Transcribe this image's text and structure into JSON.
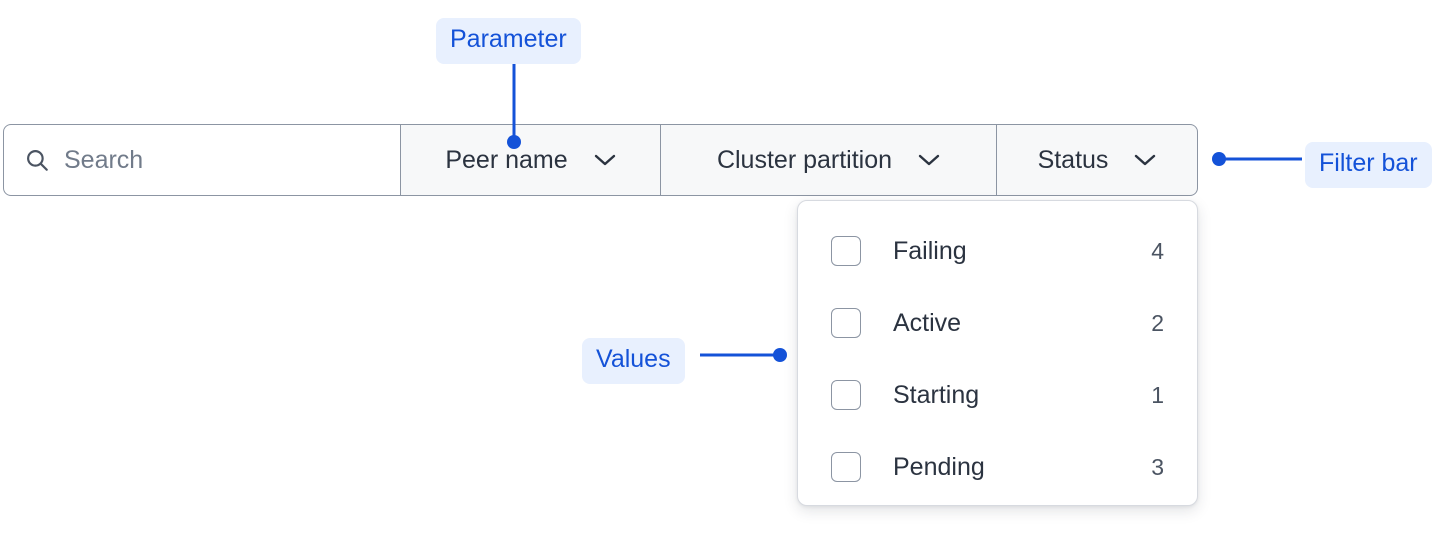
{
  "search": {
    "icon": "search-icon",
    "placeholder": "Search",
    "value": ""
  },
  "filters": [
    {
      "label": "Peer name",
      "icon": "chevron-down-icon",
      "expanded": false
    },
    {
      "label": "Cluster partition",
      "icon": "chevron-down-icon",
      "expanded": false
    },
    {
      "label": "Status",
      "icon": "chevron-down-icon",
      "expanded": true
    }
  ],
  "dropdown": {
    "owner": "Status",
    "options": [
      {
        "label": "Failing",
        "count": "4",
        "checked": false
      },
      {
        "label": "Active",
        "count": "2",
        "checked": false
      },
      {
        "label": "Starting",
        "count": "1",
        "checked": false
      },
      {
        "label": "Pending",
        "count": "3",
        "checked": false
      }
    ]
  },
  "annotations": [
    {
      "key": "parameter",
      "label": "Parameter"
    },
    {
      "key": "values",
      "label": "Values"
    },
    {
      "key": "filter_bar",
      "label": "Filter bar"
    }
  ],
  "colors": {
    "annotation_text": "#1452d8",
    "annotation_background": "#e8f0fe",
    "connector": "#1452d8",
    "filter_button_background": "#f7f8f9",
    "border": "#8c95a3",
    "text": "#2b3340",
    "placeholder": "#717b8a",
    "panel_border": "#d7dae0",
    "page_background": "#ffffff"
  }
}
